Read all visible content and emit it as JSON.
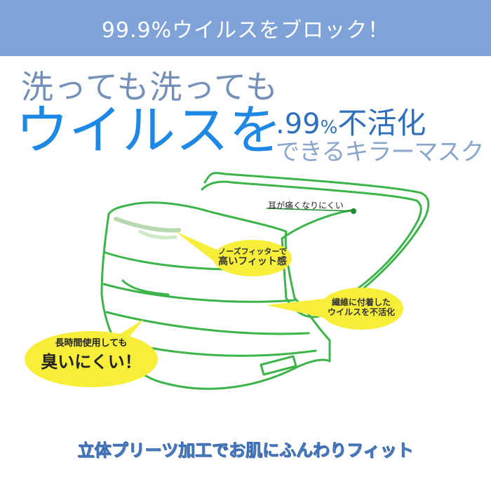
{
  "banner": {
    "text": "99.9%ウイルスをブロック！"
  },
  "headline": {
    "line1": "洗っても洗っても",
    "line2": "ウイルスを",
    "percent_number": ".99",
    "percent_sign": "%",
    "inactivate": "不活化",
    "subline": "できるキラーマスク"
  },
  "callouts": {
    "ear": "耳が痛くなりにくい",
    "nose_line1": "ノーズフィッターで",
    "nose_line2": "高いフィット感",
    "fiber_line1": "繊維に付着した",
    "fiber_line2": "ウイルスを不活化",
    "odor_line1": "長時間使用しても",
    "odor_line2": "臭いにくい！"
  },
  "caption": "立体プリーツ加工でお肌にふんわりフィット",
  "colors": {
    "banner": "#7fa3d8",
    "accent_blue": "#1e88e5",
    "mask_outline": "#3cb44a",
    "bubble_fill": "#f7ee3a"
  }
}
